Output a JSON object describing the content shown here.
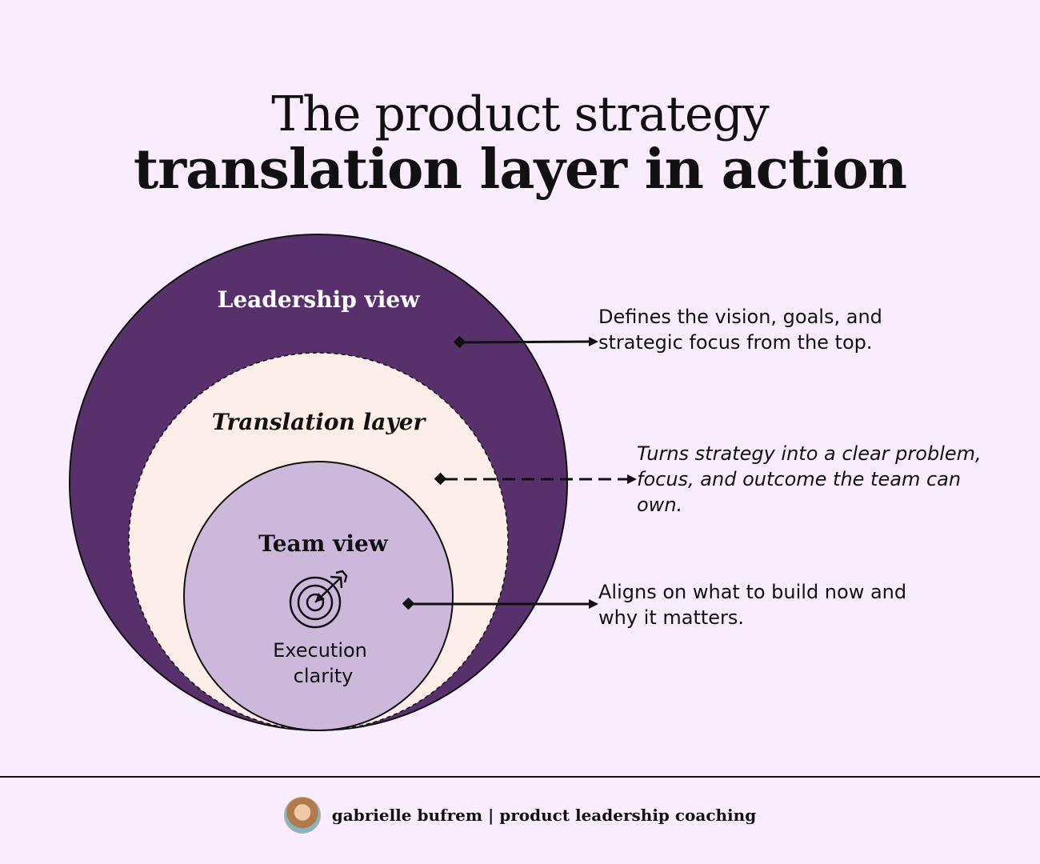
{
  "title": {
    "line1": "The product strategy",
    "line2": "translation layer in action"
  },
  "layers": {
    "leadership": {
      "label": "Leadership view",
      "color": "#58306b"
    },
    "translation": {
      "label": "Translation layer",
      "color": "#fdeee9"
    },
    "team": {
      "label": "Team view",
      "color": "#cdb7db",
      "icon": "target-icon",
      "sublabel_line1": "Execution",
      "sublabel_line2": "clarity"
    }
  },
  "descriptions": {
    "leadership": "Defines the vision, goals, and strategic focus from the top.",
    "translation": "Turns strategy into a clear problem, focus, and outcome the team can own.",
    "team": "Aligns on what to build now and why it matters."
  },
  "footer": {
    "text": "gabrielle bufrem | product leadership coaching",
    "avatar": "avatar"
  }
}
